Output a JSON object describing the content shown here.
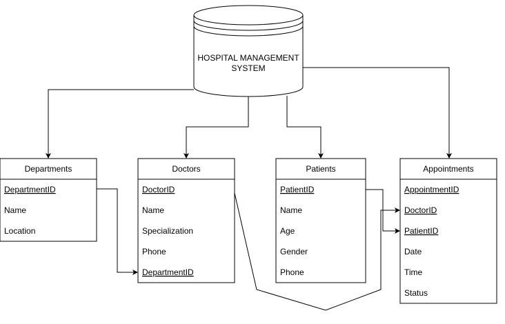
{
  "system": {
    "title_line1": "HOSPITAL MANAGEMENT",
    "title_line2": "SYSTEM"
  },
  "entities": {
    "departments": {
      "name": "Departments",
      "fields": [
        {
          "label": "DepartmentID",
          "key": true
        },
        {
          "label": "Name",
          "key": false
        },
        {
          "label": "Location",
          "key": false
        }
      ]
    },
    "doctors": {
      "name": "Doctors",
      "fields": [
        {
          "label": "DoctorID",
          "key": true
        },
        {
          "label": "Name",
          "key": false
        },
        {
          "label": "Specialization",
          "key": false
        },
        {
          "label": "Phone",
          "key": false
        },
        {
          "label": "DepartmentID",
          "key": true
        }
      ]
    },
    "patients": {
      "name": "Patients",
      "fields": [
        {
          "label": "PatientID",
          "key": true
        },
        {
          "label": "Name",
          "key": false
        },
        {
          "label": "Age",
          "key": false
        },
        {
          "label": "Gender",
          "key": false
        },
        {
          "label": "Phone",
          "key": false
        }
      ]
    },
    "appointments": {
      "name": "Appointments",
      "fields": [
        {
          "label": "AppointmentID",
          "key": true
        },
        {
          "label": "DoctorID",
          "key": true
        },
        {
          "label": "PatientID",
          "key": true
        },
        {
          "label": "Date",
          "key": false
        },
        {
          "label": "Time",
          "key": false
        },
        {
          "label": "Status",
          "key": false
        }
      ]
    }
  },
  "colors": {
    "stroke": "#000000",
    "fill": "#ffffff"
  }
}
